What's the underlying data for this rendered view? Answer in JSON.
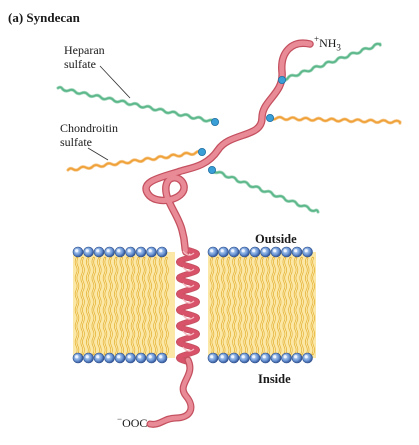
{
  "title": "(a) Syndecan",
  "labels": {
    "heparan": [
      "Heparan",
      "sulfate"
    ],
    "chondroitin": [
      "Chondroitin",
      "sulfate"
    ],
    "n_terminus": {
      "sup": "+",
      "base": "NH",
      "sub": "3"
    },
    "c_terminus": {
      "sup": "−",
      "base": "OOC"
    },
    "outside": "Outside",
    "inside": "Inside"
  },
  "colors": {
    "protein": "#e98a97",
    "protein_dark": "#c4505f",
    "heparan_chain": "#5cb88a",
    "chondroitin_chain": "#f0a23a",
    "linkage": "#3a9fd6",
    "lipid_tail": "#f5cf58",
    "lipid_head": "#5f8fd0"
  }
}
